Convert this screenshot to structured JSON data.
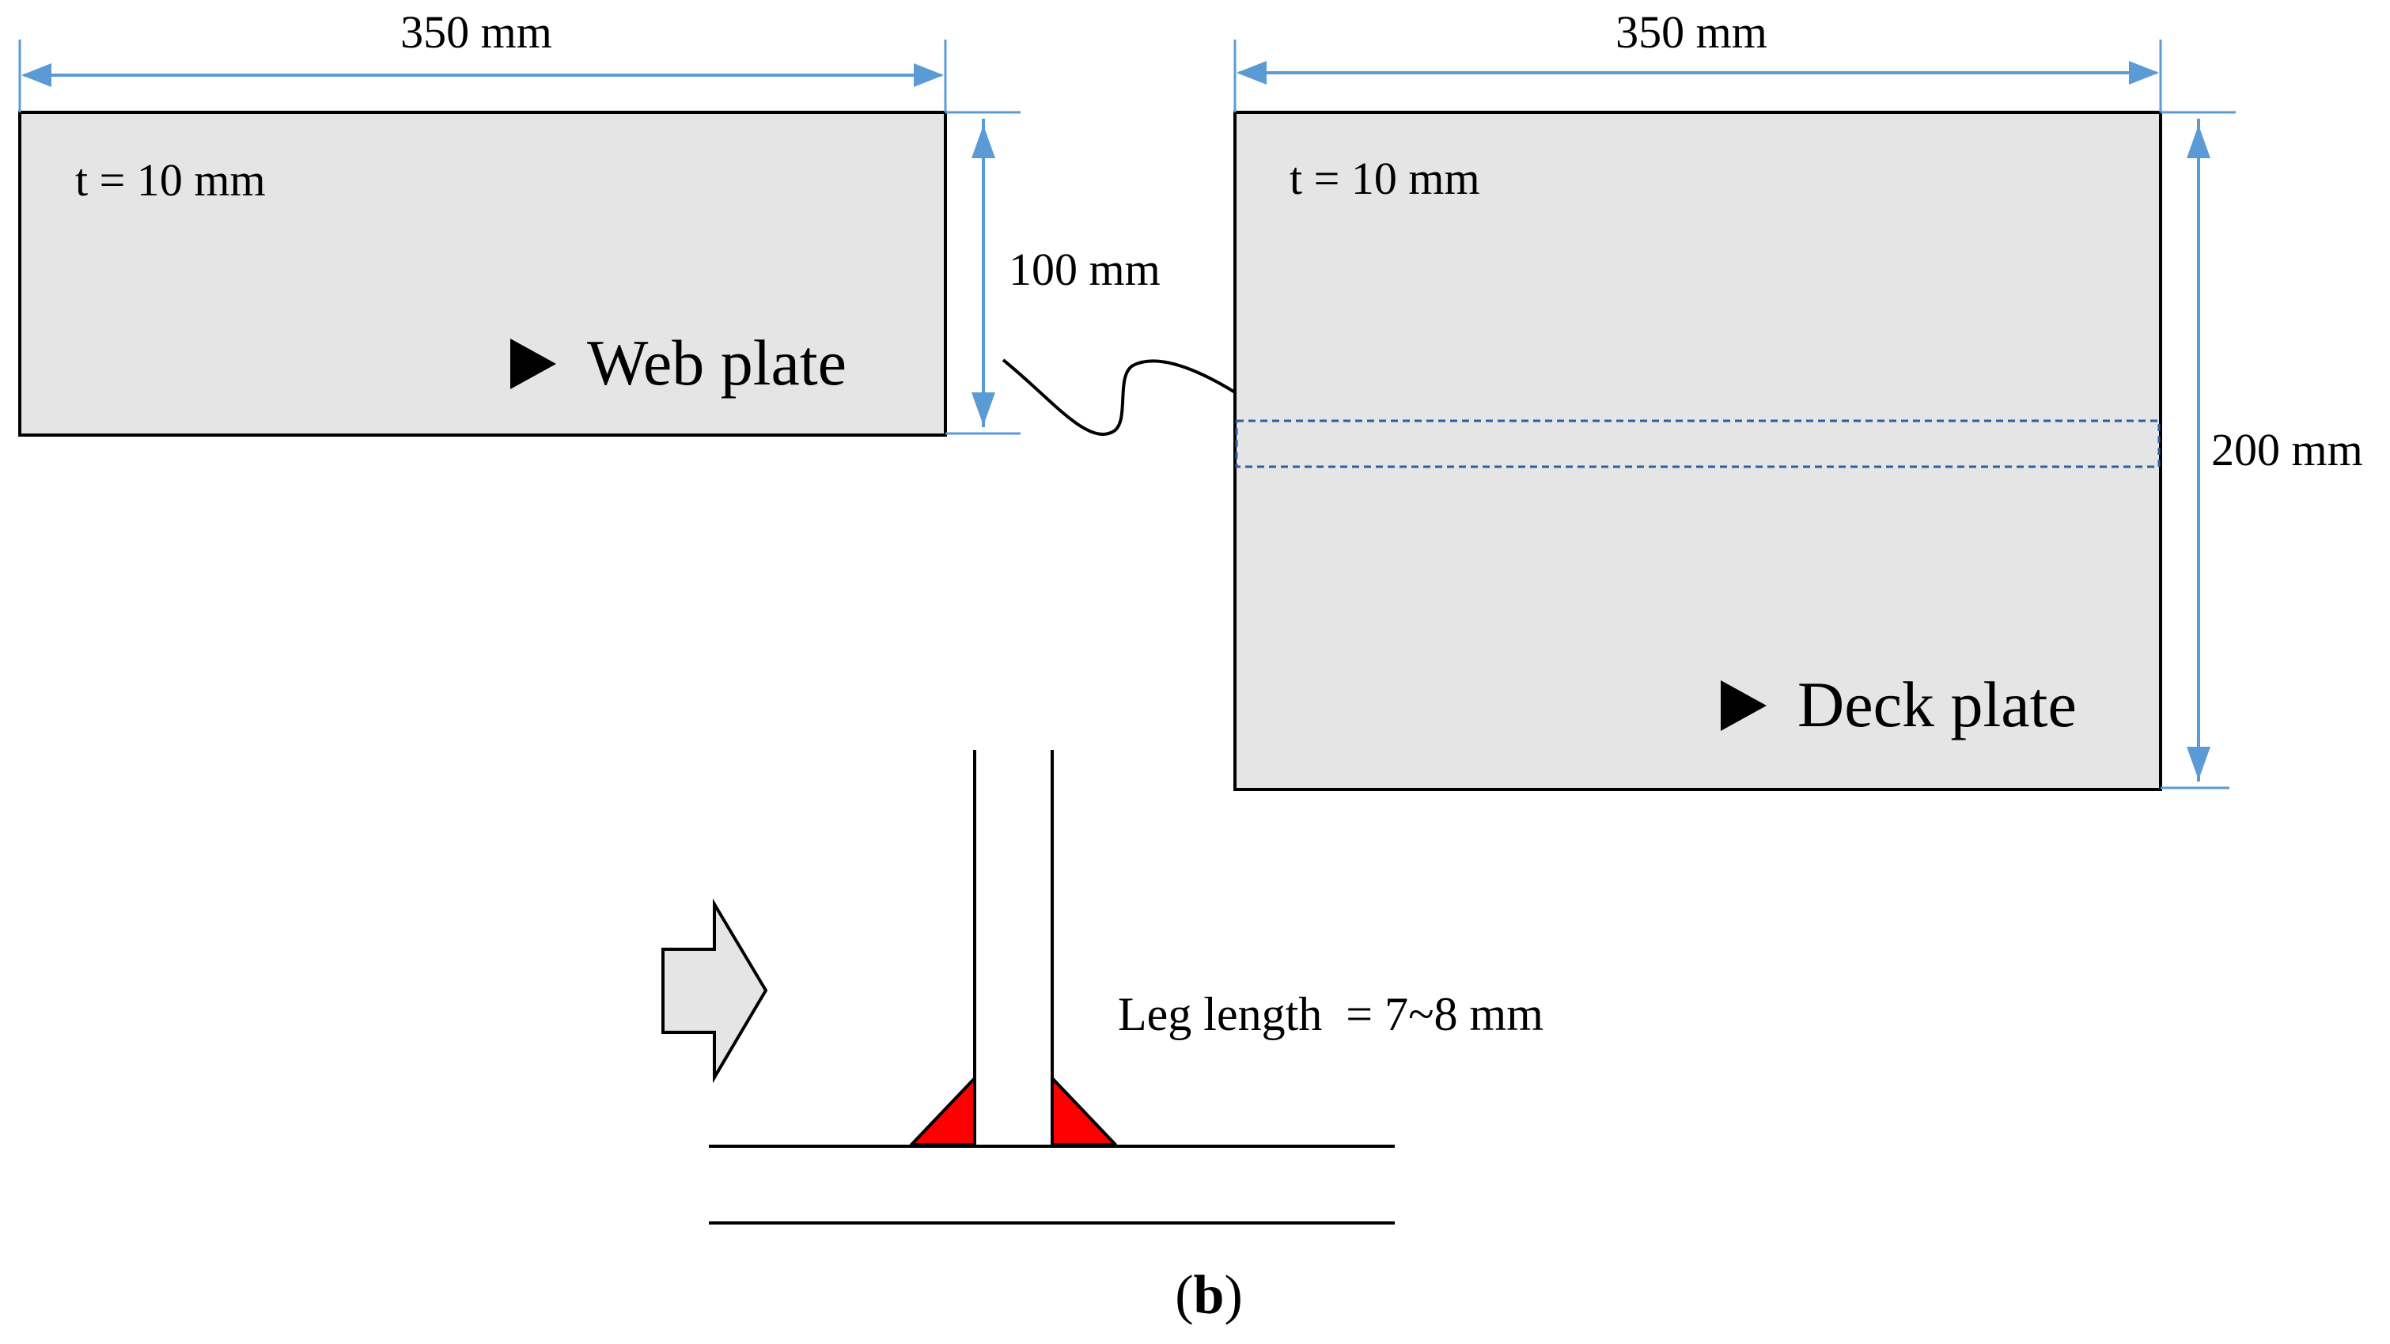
{
  "colors": {
    "plate_fill": "#e5e5e5",
    "dimension_line": "#5b9bd5",
    "weld_region": "#2e5fa3",
    "weld_bead": "#ff0000",
    "outline": "#000000"
  },
  "web_plate": {
    "width_label": "350 mm",
    "height_label": "100 mm",
    "thickness_label": "t = 10 mm",
    "name": "Web plate"
  },
  "deck_plate": {
    "width_label": "350 mm",
    "height_label": "200 mm",
    "thickness_label": "t = 10 mm",
    "name": "Deck plate"
  },
  "section_view": {
    "leg_length_label": "Leg length  = 7~8 mm"
  },
  "caption": {
    "open": "(",
    "letter": "b",
    "close": ")"
  },
  "icons": {
    "marker": "triangle-pointer-icon",
    "direction": "block-arrow-right-icon",
    "connector": "curved-arrow-icon"
  }
}
